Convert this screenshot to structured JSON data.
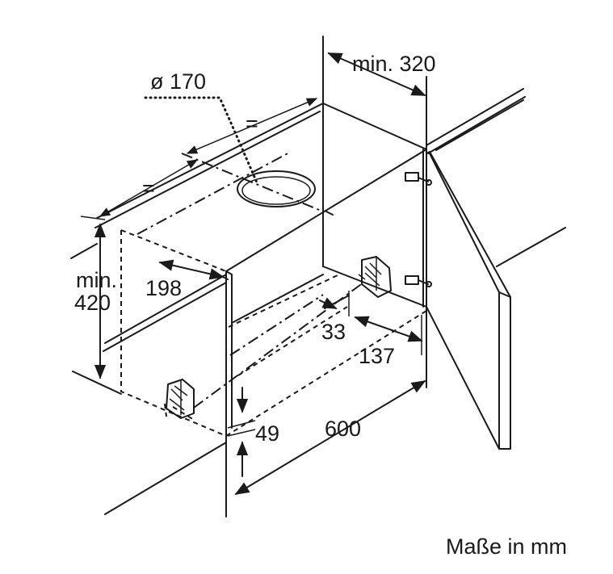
{
  "labels": {
    "diameter": "ø 170",
    "min_320": "min. 320",
    "eq_top": "=",
    "eq_left": "=",
    "min_label": "min.",
    "min_420": "420",
    "d198": "198",
    "d33": "33",
    "d137": "137",
    "d49": "49",
    "d600": "600",
    "units": "Maße in mm"
  }
}
